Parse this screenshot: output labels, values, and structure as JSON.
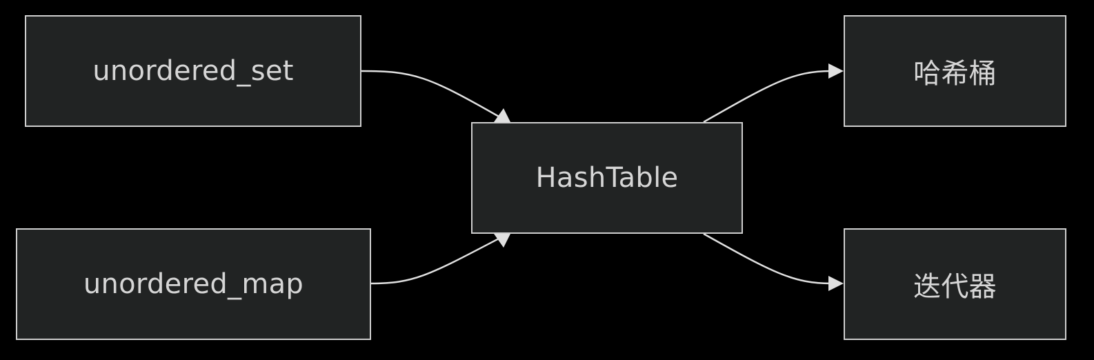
{
  "nodes": {
    "unordered_set": "unordered_set",
    "unordered_map": "unordered_map",
    "hashtable": "HashTable",
    "bucket": "哈希桶",
    "iterator": "迭代器"
  },
  "edges": [
    {
      "from": "unordered_set",
      "to": "hashtable"
    },
    {
      "from": "unordered_map",
      "to": "hashtable"
    },
    {
      "from": "hashtable",
      "to": "bucket"
    },
    {
      "from": "hashtable",
      "to": "iterator"
    }
  ],
  "colors": {
    "background": "#000000",
    "node_fill": "#212323",
    "node_border": "#cfcfcf",
    "text": "#d6d6d6",
    "edge": "#e0e0e0"
  }
}
